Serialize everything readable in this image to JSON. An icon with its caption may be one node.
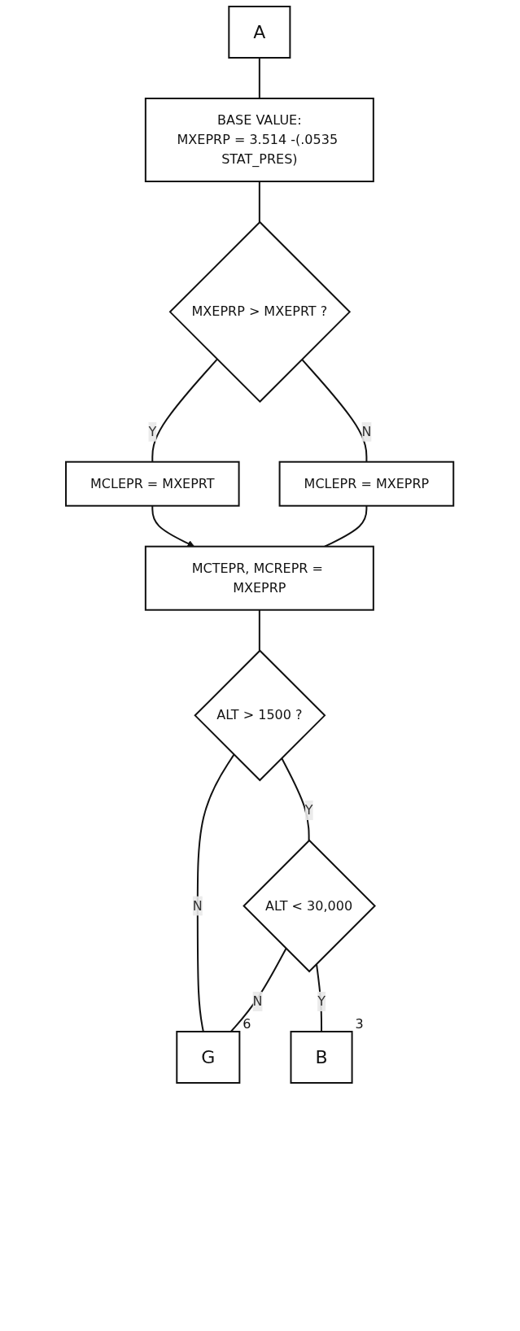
{
  "diagram": {
    "nodes": [
      {
        "text": [
          "A"
        ]
      },
      {
        "text": [
          "BASE VALUE:",
          "MXEPRP = 3.514 -(.0535 STAT_PRES)"
        ]
      },
      {
        "text": [
          "MXEPRP > MXEPRT ?"
        ]
      },
      {
        "text": [
          "MCLEPR = MXEPRT"
        ]
      },
      {
        "text": [
          "MCLEPR = MXEPRP"
        ]
      },
      {
        "text": [
          "MCTEPR, MCREPR = MXEPRP"
        ]
      },
      {
        "text": [
          "ALT > 1500 ?"
        ]
      },
      {
        "text": [
          "ALT < 30,000"
        ]
      },
      {
        "text": [
          "G"
        ],
        "beside": [
          "6"
        ]
      },
      {
        "text": [
          "B"
        ],
        "beside": [
          "3"
        ]
      }
    ],
    "edges": [
      {
        "from": 0,
        "to": 1,
        "arrow": "none"
      },
      {
        "from": 1,
        "to": 2,
        "arrow": "none"
      },
      {
        "from": 2,
        "to": 3,
        "label": "Y",
        "arrow": "none"
      },
      {
        "from": 2,
        "to": 4,
        "label": "N",
        "arrow": "none"
      },
      {
        "from": 3,
        "to": 5,
        "arrow": "to"
      },
      {
        "from": 4,
        "to": 5,
        "arrow": "none"
      },
      {
        "from": 5,
        "to": 6,
        "arrow": "none"
      },
      {
        "from": 6,
        "to": 8,
        "label": "N",
        "arrow": "none"
      },
      {
        "from": 6,
        "to": 7,
        "label": "Y",
        "arrow": "none"
      },
      {
        "from": 7,
        "to": 8,
        "label": "N",
        "arrow": "none"
      },
      {
        "from": 7,
        "to": 9,
        "label": "Y",
        "arrow": "none"
      }
    ]
  }
}
